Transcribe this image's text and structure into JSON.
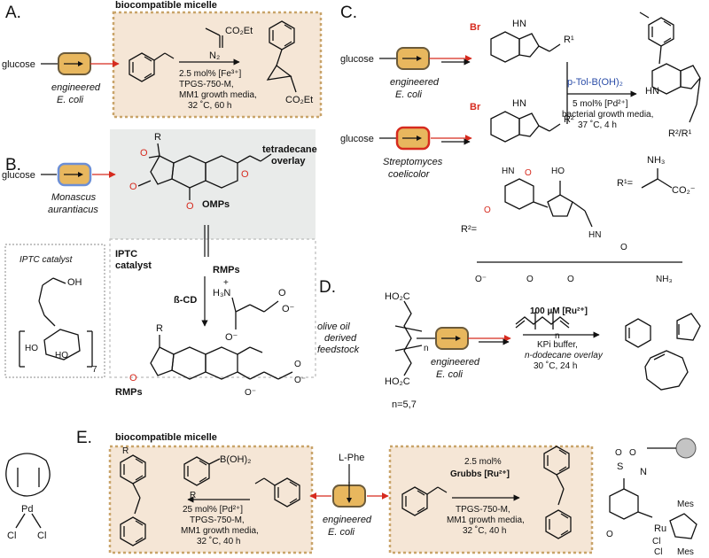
{
  "colors": {
    "micelle_fill": "#f5e6d6",
    "micelle_border": "#c9a46a",
    "cell_fill": "#e8b75e",
    "cell_border": "#6b5a3a",
    "overlay_fill": "#e9ebea",
    "red_arrow": "#d62a1e",
    "blue_border": "#6c8fd6",
    "red_border": "#d62a1e"
  },
  "panelA": {
    "label": "A.",
    "micelle_title": "biocompatible micelle",
    "substrate": "glucose",
    "organism_line1": "engineered",
    "organism_line2": "E. coli",
    "reagent_top": "CO₂Et",
    "reagent_n": "N₂",
    "cond1": "2.5 mol% [Fe³⁺]",
    "cond2": "TPGS-750-M,",
    "cond3": "MM1 growth media,",
    "cond4": "32 ˚C, 60 h",
    "product_group": "CO₂Et"
  },
  "panelB": {
    "label": "B.",
    "substrate": "glucose",
    "organism_line1": "Monascus",
    "organism_line2": "aurantiacus",
    "overlay": "tetradecane",
    "overlay2": "overlay",
    "omps": "OMPs",
    "rmps": "RMPs",
    "rmps_bottom": "RMPs",
    "iptc1": "IPTC",
    "iptc2": "catalyst",
    "bcd": "ß-CD",
    "nh3": "H₃N",
    "plus": "+",
    "r": "R",
    "o": "O",
    "om": "O⁻",
    "inset_title": "IPTC catalyst",
    "oh": "OH",
    "ho": "HO",
    "subscript": "7"
  },
  "panelC": {
    "label": "C.",
    "substrate1": "glucose",
    "organism1_line1": "engineered",
    "organism1_line2": "E. coli",
    "substrate2": "glucose",
    "organism2_line1": "Streptomyces",
    "organism2_line2": "coelicolor",
    "br": "Br",
    "nh": "HN",
    "r1": "R¹",
    "r2": "R²",
    "boronic": "p-Tol-B(OH)₂",
    "cond1": "5 mol% [Pd²⁺]",
    "cond2": "bacterial growth media,",
    "cond3": "37 ˚C, 4 h",
    "product_sub": "R²/R¹",
    "r1_def": "R¹=",
    "r2_def": "R²=",
    "nh3plus": "NH₃",
    "co2": "CO₂⁻",
    "hn": "HN",
    "ho": "HO"
  },
  "panelD": {
    "label": "D.",
    "acid_top": "HO₂C",
    "acid_bottom": "HO₂C",
    "n": "n",
    "n_values": "n=5,7",
    "feed1": "olive oil",
    "feed2": "derived",
    "feed3": "feedstock",
    "organism_line1": "engineered",
    "organism_line2": "E. coli",
    "cond1": "100 µM [Ru²⁺]",
    "cond2": "KPi buffer,",
    "cond3": "n-dodecane overlay",
    "cond4": "30 ˚C, 24 h"
  },
  "panelE": {
    "label": "E.",
    "micelle_title": "biocompatible micelle",
    "substrate": "L-Phe",
    "organism_line1": "engineered",
    "organism_line2": "E. coli",
    "boronic": "B(OH)₂",
    "r": "R",
    "left_cond1": "25 mol% [Pd²⁺]",
    "left_cond2": "TPGS-750-M,",
    "left_cond3": "MM1 growth media,",
    "left_cond4": "32 ˚C, 40 h",
    "right_cond0": "2.5 mol%",
    "right_cond1": "Grubbs [Ru²⁺]",
    "right_cond2": "TPGS-750-M,",
    "right_cond3": "MM1 growth media,",
    "right_cond4": "32 ˚C, 40 h",
    "pd": "Pd",
    "cl": "Cl",
    "ru": "Ru",
    "mes": "Mes",
    "o": "O",
    "s": "S",
    "n": "N"
  }
}
